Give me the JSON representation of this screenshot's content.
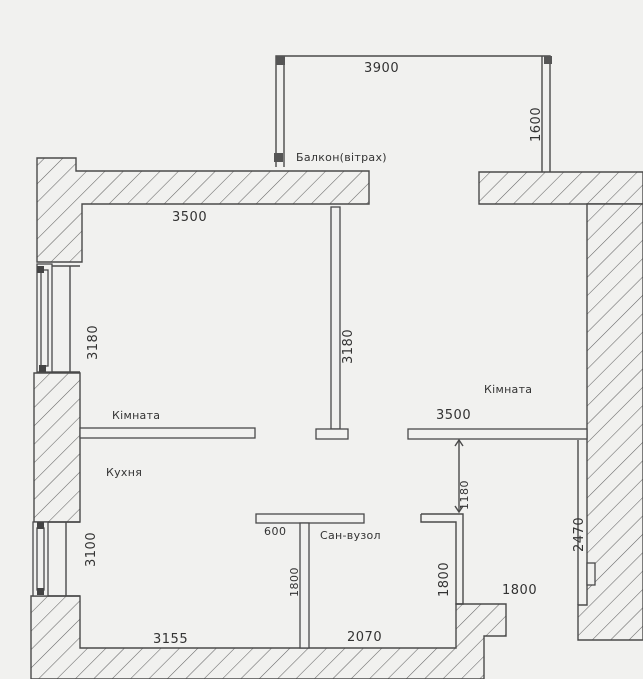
{
  "rooms": {
    "balcony": "Балкон(вітрах)",
    "room_left": "Кімната",
    "room_right": "Кімната",
    "kitchen": "Кухня",
    "bathroom": "Сан-вузол"
  },
  "dimensions": {
    "balcony_width": "3900",
    "balcony_depth": "1600",
    "top_wall": "3500",
    "left_wall_upper": "3180",
    "partition_center": "3180",
    "room_right_width": "3500",
    "gap_vertical": "1180",
    "right_wall": "2470",
    "left_wall_lower": "3100",
    "bath_block": "600",
    "bath_partition": "1800",
    "corridor_wall": "1800",
    "corridor_width": "1800",
    "bottom_left": "3155",
    "bottom_mid": "2070"
  },
  "colors": {
    "paper": "#f1f1ef",
    "ink": "#4a4a4a"
  }
}
